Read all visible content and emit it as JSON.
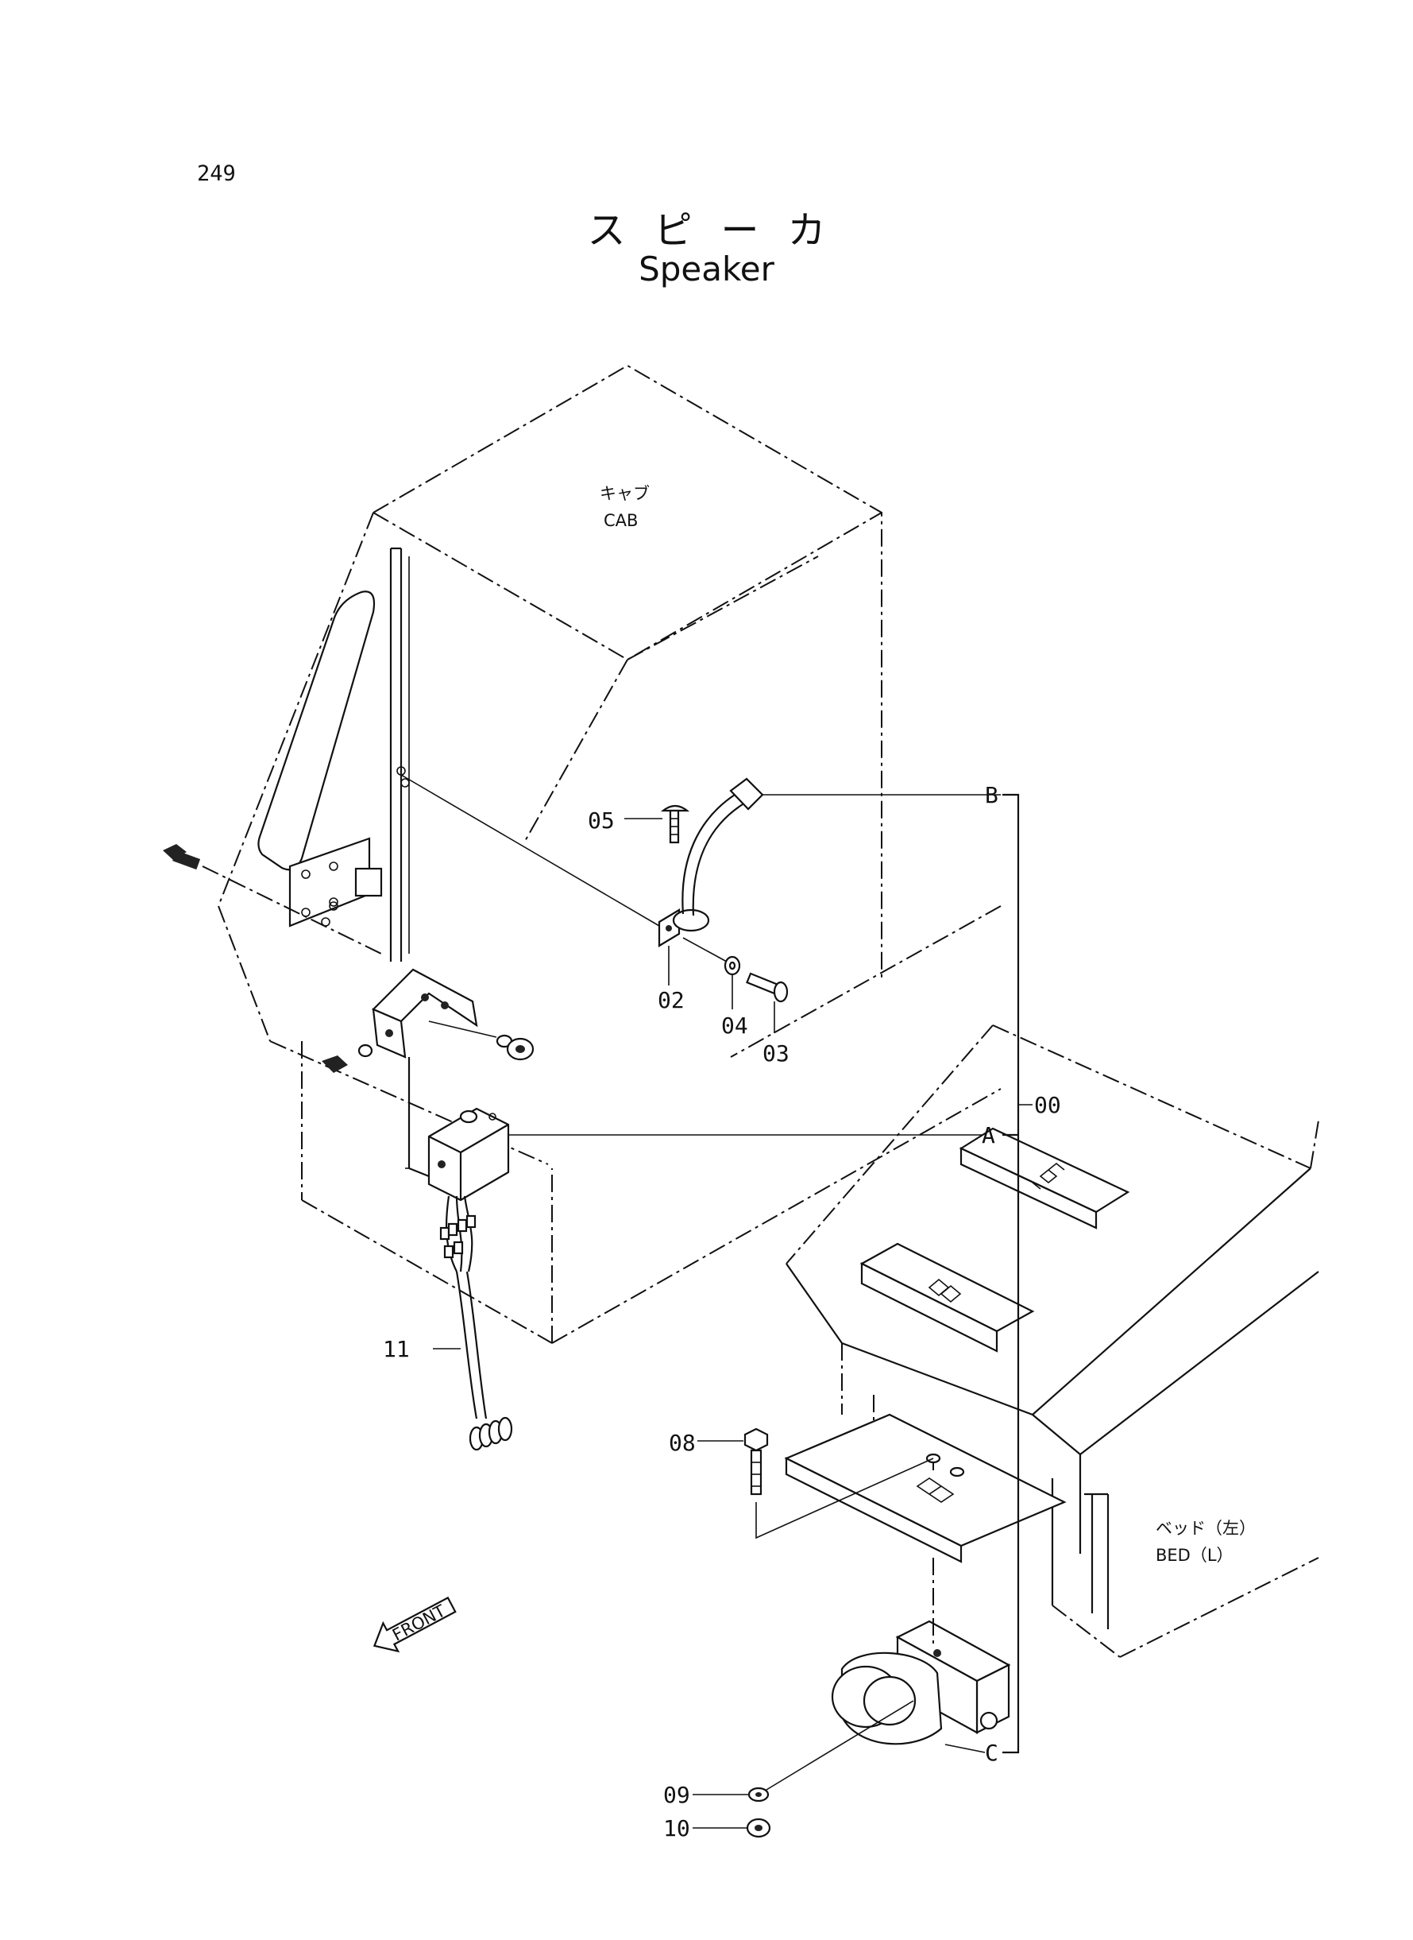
{
  "page_number": "249",
  "title_jp": "スピーカ",
  "title_en": "Speaker",
  "annotations": {
    "cab_jp": "キャブ",
    "cab_en": "CAB",
    "bed_jp": "ベッド（左）",
    "bed_en": "BED（L）",
    "front": "FRONT"
  },
  "part_labels": {
    "p00": "00",
    "p02": "02",
    "p03": "03",
    "p04": "04",
    "p05": "05",
    "p08": "08",
    "p09": "09",
    "p10": "10",
    "p11": "11"
  },
  "callouts": {
    "a": "A",
    "b": "B",
    "c": "C"
  }
}
